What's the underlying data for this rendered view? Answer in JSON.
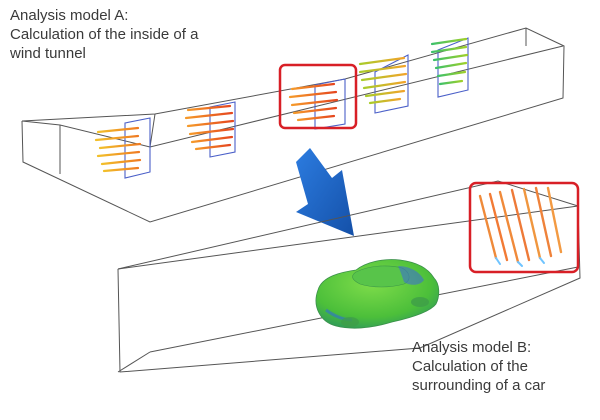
{
  "model_a": {
    "lines": [
      "Analysis model A:",
      "Calculation of the inside of a",
      "wind tunnel"
    ]
  },
  "model_b": {
    "lines": [
      "Analysis model B:",
      "Calculation of the",
      "surrounding of a car"
    ]
  },
  "colors": {
    "outline": "#555555",
    "section_plane": "#4a5fc8",
    "highlight": "#d81f26",
    "arrow": "#1a5fc0",
    "car_body": "#5cc83c"
  },
  "icons": [
    "flow-transfer-arrow-icon",
    "car-icon"
  ]
}
